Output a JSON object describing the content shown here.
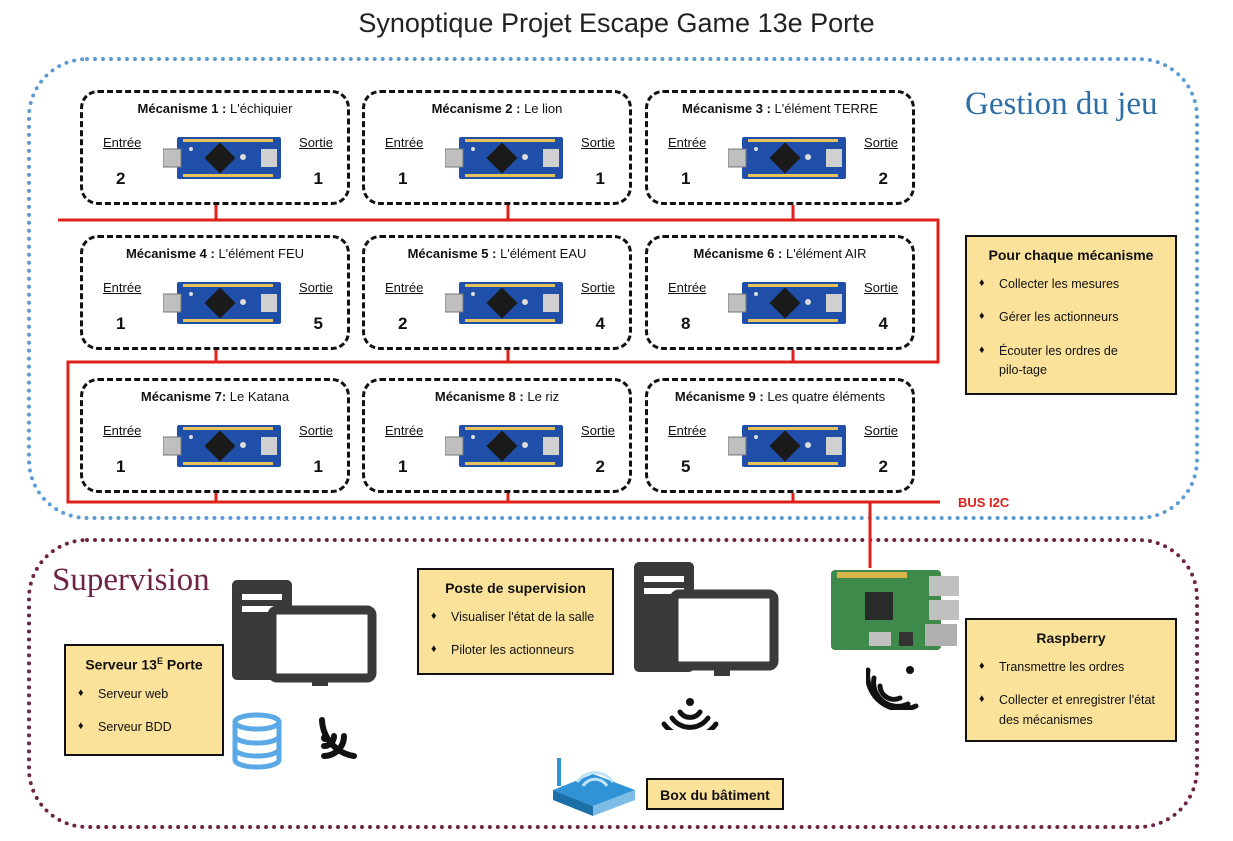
{
  "title": "Synoptique Projet Escape Game 13e Porte",
  "zones": {
    "game": "Gestion du jeu",
    "supervision": "Supervision"
  },
  "labels": {
    "in": "Entrée",
    "out": "Sortie"
  },
  "mechanisms": [
    {
      "num": "Mécanisme 1 :",
      "name": " L'échiquier",
      "in": "2",
      "out": "1"
    },
    {
      "num": "Mécanisme 2 :",
      "name": " Le lion",
      "in": "1",
      "out": "1"
    },
    {
      "num": "Mécanisme 3 :",
      "name": " L'élément TERRE",
      "in": "1",
      "out": "2"
    },
    {
      "num": "Mécanisme 4 :",
      "name": " L'élément FEU",
      "in": "1",
      "out": "5"
    },
    {
      "num": "Mécanisme 5 :",
      "name": " L'élément EAU",
      "in": "2",
      "out": "4"
    },
    {
      "num": "Mécanisme 6 :",
      "name": " L'élément AIR",
      "in": "8",
      "out": "4"
    },
    {
      "num": "Mécanisme 7:",
      "name": " Le Katana",
      "in": "1",
      "out": "1"
    },
    {
      "num": "Mécanisme 8 :",
      "name": " Le riz",
      "in": "1",
      "out": "2"
    },
    {
      "num": "Mécanisme 9 :",
      "name": " Les quatre éléments",
      "in": "5",
      "out": "2"
    }
  ],
  "bus_label": "BUS I2C",
  "per_mechanism": {
    "title": "Pour chaque mécanisme",
    "items": [
      "Collecter les mesures",
      "Gérer les actionneurs",
      "Écouter les ordres de pilo-tage"
    ]
  },
  "supervision_post": {
    "title": "Poste de supervision",
    "items": [
      "Visualiser l'état de la salle",
      "Piloter les actionneurs"
    ]
  },
  "server": {
    "title": "Serveur 13",
    "title_sup": "E",
    "title_end": " Porte",
    "items": [
      "Serveur web",
      "Serveur BDD"
    ]
  },
  "raspberry": {
    "title": "Raspberry",
    "items": [
      "Transmettre les ordres",
      "Collecter et enregistrer l'état des mécanismes"
    ]
  },
  "router_label": "Box du bâtiment",
  "colors": {
    "bus": "#e0201a",
    "game_border": "#5b9bd5",
    "sup_border": "#6e2444",
    "box_fill": "#fbe29b",
    "board": "#1f4fa8"
  },
  "icons": [
    "arduino-nano-icon",
    "computer-icon",
    "database-icon",
    "wifi-signal-icon",
    "raspberry-pi-icon",
    "router-icon"
  ]
}
